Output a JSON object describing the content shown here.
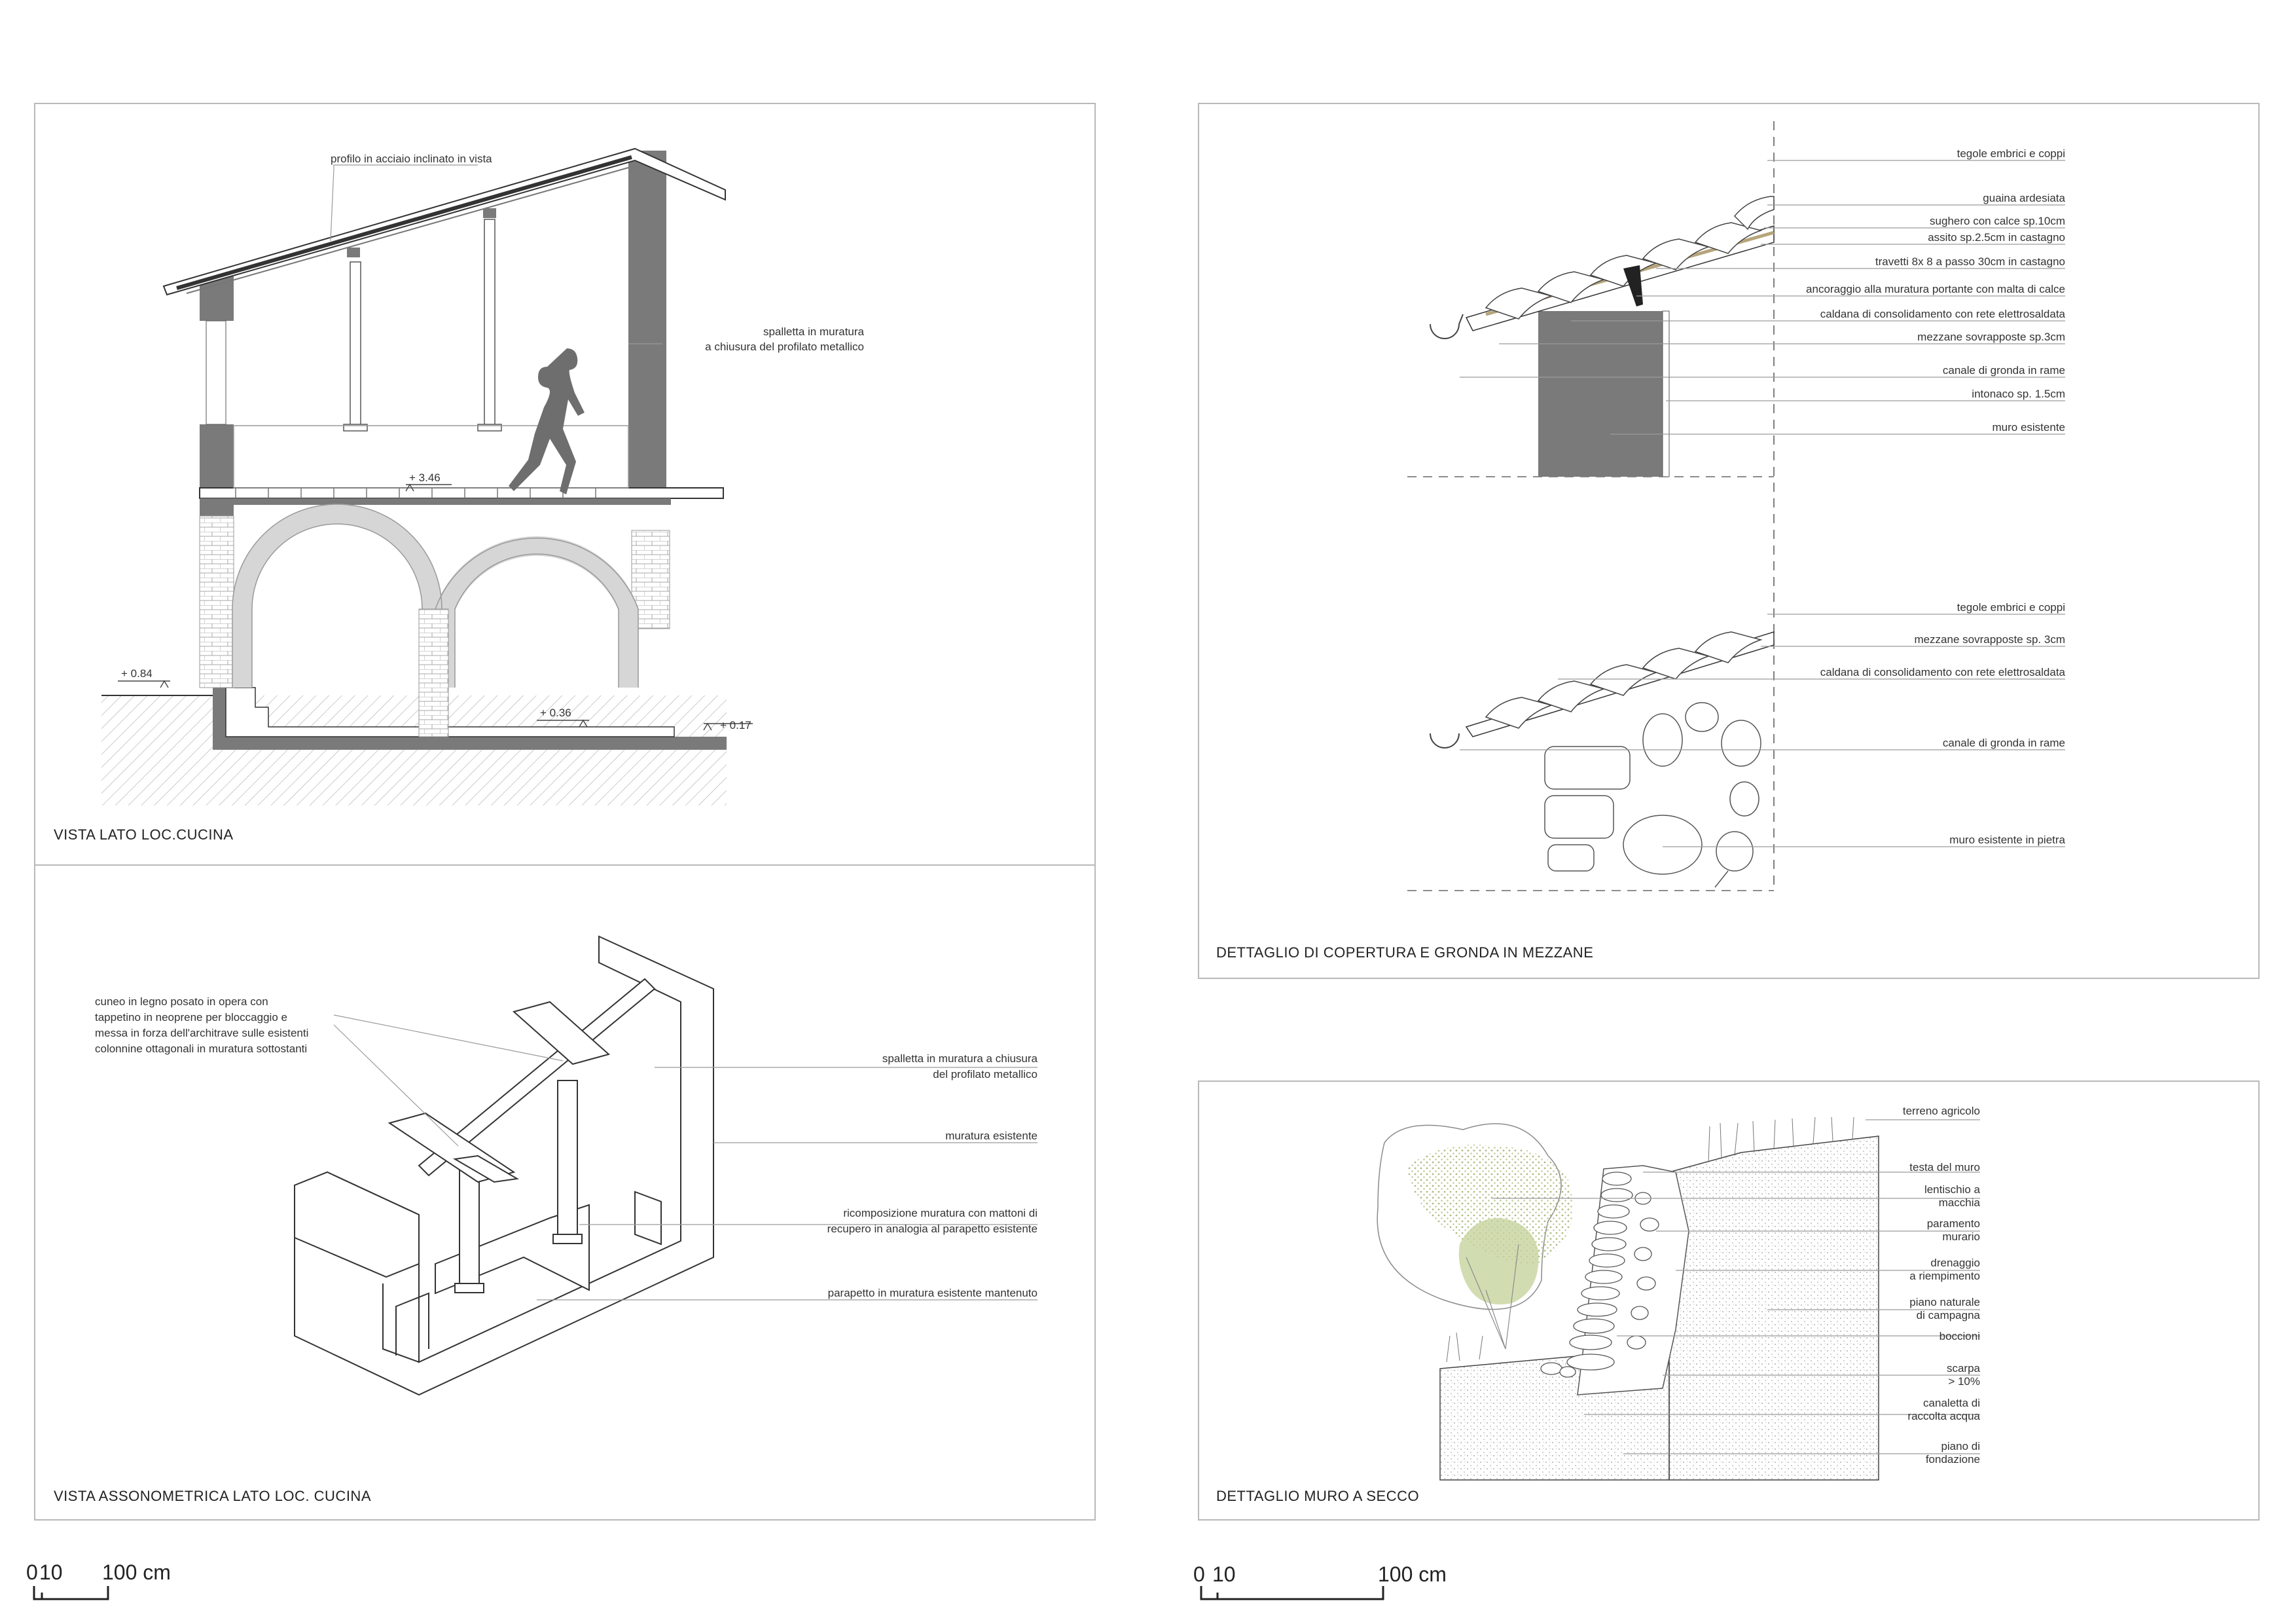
{
  "panels": {
    "kitchen_section": {
      "title": "VISTA LATO LOC.CUCINA",
      "labels": {
        "steel_profile": "profilo in acciaio inclinato in vista",
        "spalletta_1": "spalletta in muratura",
        "spalletta_2": "a chiusura del profilato metallico"
      },
      "levels": {
        "floor": "+ 3.46",
        "ground_left": "+ 0.84",
        "inner": "+ 0.36",
        "ground_right": "+ 0.17"
      }
    },
    "axonometric": {
      "title": "VISTA ASSONOMETRICA LATO LOC. CUCINA",
      "wedge_note": [
        "cuneo in legno posato in opera con",
        "tappetino in neoprene per bloccaggio e",
        "messa in forza dell'architrave sulle esistenti",
        "colonnine ottagonali in muratura sottostanti"
      ],
      "right_notes": [
        {
          "lines": [
            "spalletta in muratura a chiusura",
            "del profilato metallico"
          ]
        },
        {
          "lines": [
            "muratura esistente"
          ]
        },
        {
          "lines": [
            "ricomposizione muratura con mattoni di",
            "recupero in analogia al parapetto esistente"
          ]
        },
        {
          "lines": [
            "parapetto in muratura esistente mantenuto"
          ]
        }
      ]
    },
    "roof_detail": {
      "title": "DETTAGLIO DI COPERTURA E GRONDA IN MEZZANE",
      "upper_labels": [
        "tegole embrici e coppi",
        "guaina ardesiata",
        "sughero con calce sp.10cm",
        "assito sp.2.5cm in castagno",
        "travetti 8x 8 a passo 30cm in castagno",
        "ancoraggio alla muratura portante con malta di calce",
        "caldana di consolidamento con rete elettrosaldata",
        "mezzane sovrapposte sp.3cm",
        "canale di gronda in rame",
        "intonaco sp. 1.5cm",
        "muro esistente"
      ],
      "lower_labels": [
        "tegole embrici e coppi",
        "mezzane sovrapposte sp. 3cm",
        "caldana di consolidamento con rete elettrosaldata",
        "canale di gronda in rame",
        "muro esistente in pietra"
      ]
    },
    "dry_wall": {
      "title": "DETTAGLIO MURO A SECCO",
      "labels": [
        "terreno agricolo",
        "testa del muro",
        "lentischio a\nmacchia",
        "paramento\nmurario",
        "drenaggio\na riempimento",
        "piano naturale\ndi campagna",
        "boccioni",
        "scarpa\n> 10%",
        "canaletta di\nraccolta acqua",
        "piano di\nfondazione"
      ]
    }
  },
  "scale_bars": {
    "left": {
      "zero": "0",
      "ten": "10",
      "hundred": "100 cm"
    },
    "right": {
      "zero": "0",
      "ten": "10",
      "hundred": "100 cm"
    }
  },
  "colors": {
    "wall": "#7a7a7a",
    "line": "#333333",
    "leader": "#9a9a9a",
    "bush": "#9fb36d"
  }
}
